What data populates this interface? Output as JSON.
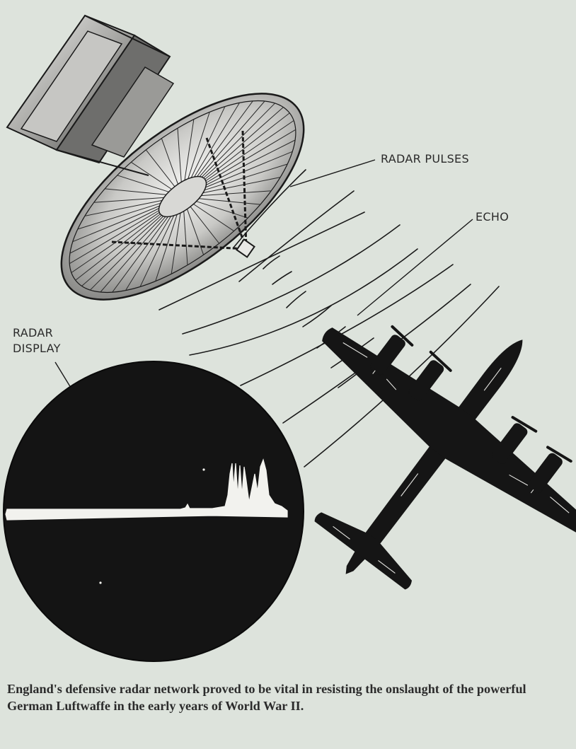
{
  "labels": {
    "radar_pulses": "RADAR PULSES",
    "echo": "ECHO",
    "radar_display_line1": "RADAR",
    "radar_display_line2": "DISPLAY"
  },
  "caption": "England's defensive radar network proved to be vital in resisting the onslaught of the powerful German Luftwaffe in the early years of World War II.",
  "colors": {
    "background": "#dde3dc",
    "ink": "#1a1a1a",
    "trace": "#f2f2ee"
  }
}
